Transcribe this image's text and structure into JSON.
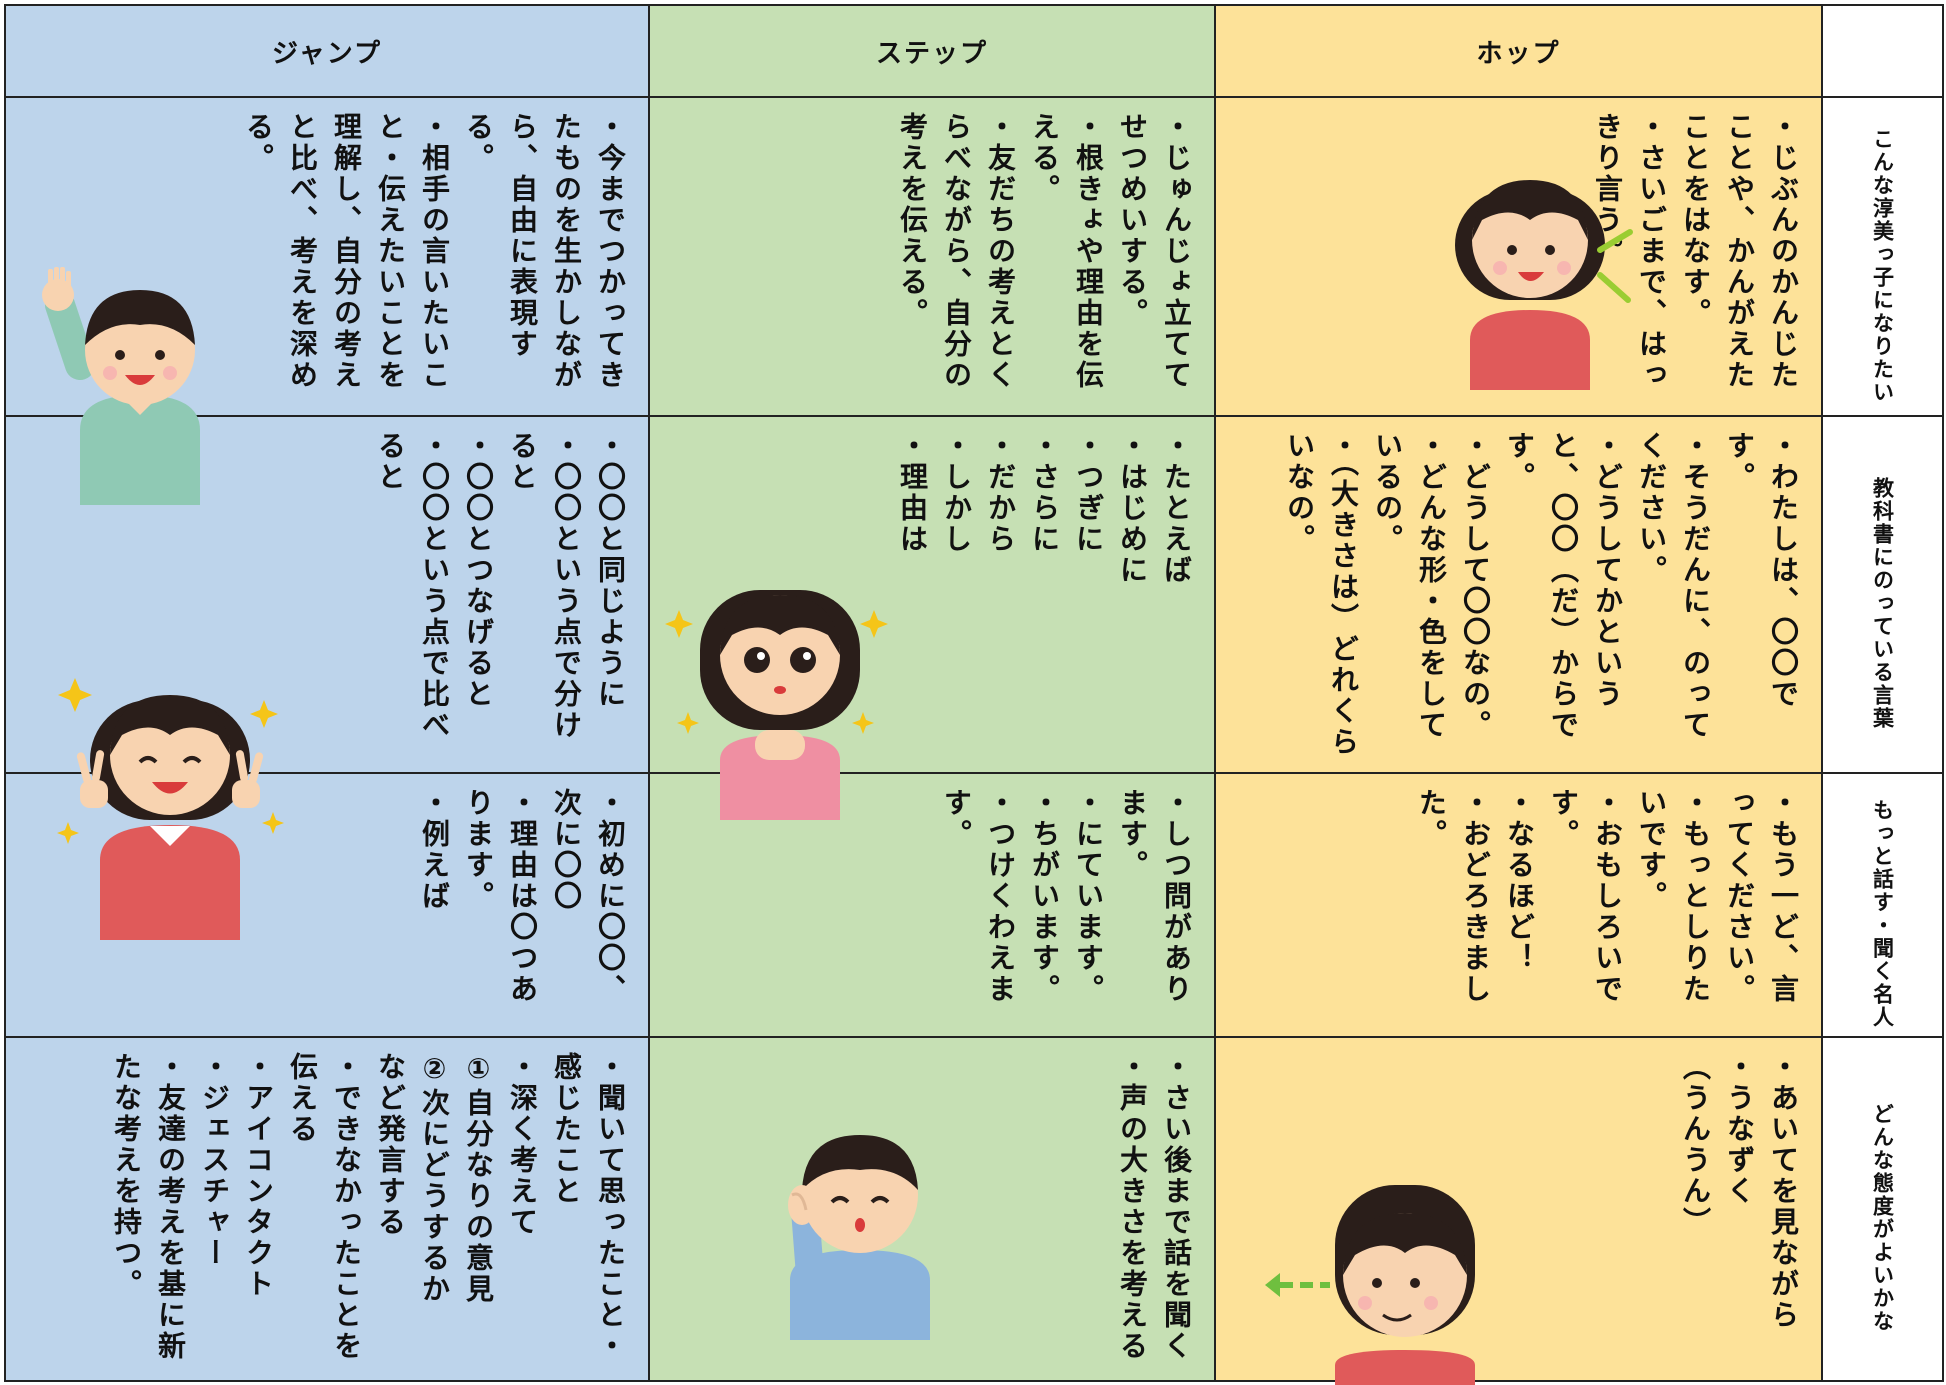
{
  "header": {
    "jump": "ジャンプ",
    "step": "ステップ",
    "hop": "ホップ",
    "label": ""
  },
  "rows": [
    {
      "label": "こんな淳美っ子になりたい",
      "jump": [
        "・今までつかってきたものを生かしながら、自由に表現する。",
        "・相手の言いたいこと・伝えたいことを理解し、自分の考えと比べ、考えを深める。"
      ],
      "step": [
        "・じゅんじょ立ててせつめいする。",
        "・根きょや理由を伝える。",
        "・友だちの考えとくらべながら、自分の考えを伝える。"
      ],
      "hop": [
        "・じぶんのかんじたことや、かんがえたことをはなす。",
        "・さいごまで、はっきり言う。"
      ]
    },
    {
      "label": "教科書にのっている言葉",
      "jump": [
        "・〇〇と同じように",
        "・〇〇という点で分けると",
        "・〇〇とつなげると",
        "・〇〇という点で比べると"
      ],
      "step": [
        "・たとえば",
        "・はじめに",
        "・つぎに",
        "・さらに",
        "・だから",
        "・しかし",
        "",
        "・理由は"
      ],
      "hop": [
        "・わたしは、〇〇です。",
        "・そうだんに、のってください。",
        "・どうしてかというと、〇〇（だ）からです。",
        "・どうして〇〇なの。",
        "・どんな形・色をしているの。",
        "・（大きさは）どれくらいなの。"
      ]
    },
    {
      "label": "もっと話す・聞く名人",
      "jump": [
        "・初めに〇〇、次に〇〇",
        "・理由は〇つあります。",
        "・例えば"
      ],
      "step": [
        "・しつ問があります。",
        "・にています。",
        "・ちがいます。",
        "・つけくわえます。"
      ],
      "hop": [
        "・もう一ど、言ってください。",
        "・もっとしりたいです。",
        "・おもしろいです。",
        "・なるほど！",
        "・おどろきました。"
      ]
    },
    {
      "label": "どんな態度がよいかな",
      "jump": [
        "・聞いて思ったこと・感じたこと",
        "・深く考えて",
        "①自分なりの意見",
        "②次にどうするか",
        "など発言する",
        "・できなかったことを伝える",
        "・アイコンタクト",
        "・ジェスチャー",
        "・友達の考えを基に新たな考えを持つ。"
      ],
      "step": [
        "・さい後まで話を聞く",
        "・声の大きさを考える"
      ],
      "hop": [
        "・あいてを見ながら",
        "・うなずく",
        "（うんうん）"
      ]
    }
  ],
  "colors": {
    "jump": "#bdd4eb",
    "step": "#c6e0b4",
    "hop": "#fde299",
    "label": "#ffffff",
    "border": "#222222"
  },
  "icons": [
    "raised-hand-boy-icon",
    "talking-girl-icon",
    "peace-sign-girl-icon",
    "wondering-girl-icon",
    "listening-boy-icon",
    "looking-girl-icon"
  ]
}
